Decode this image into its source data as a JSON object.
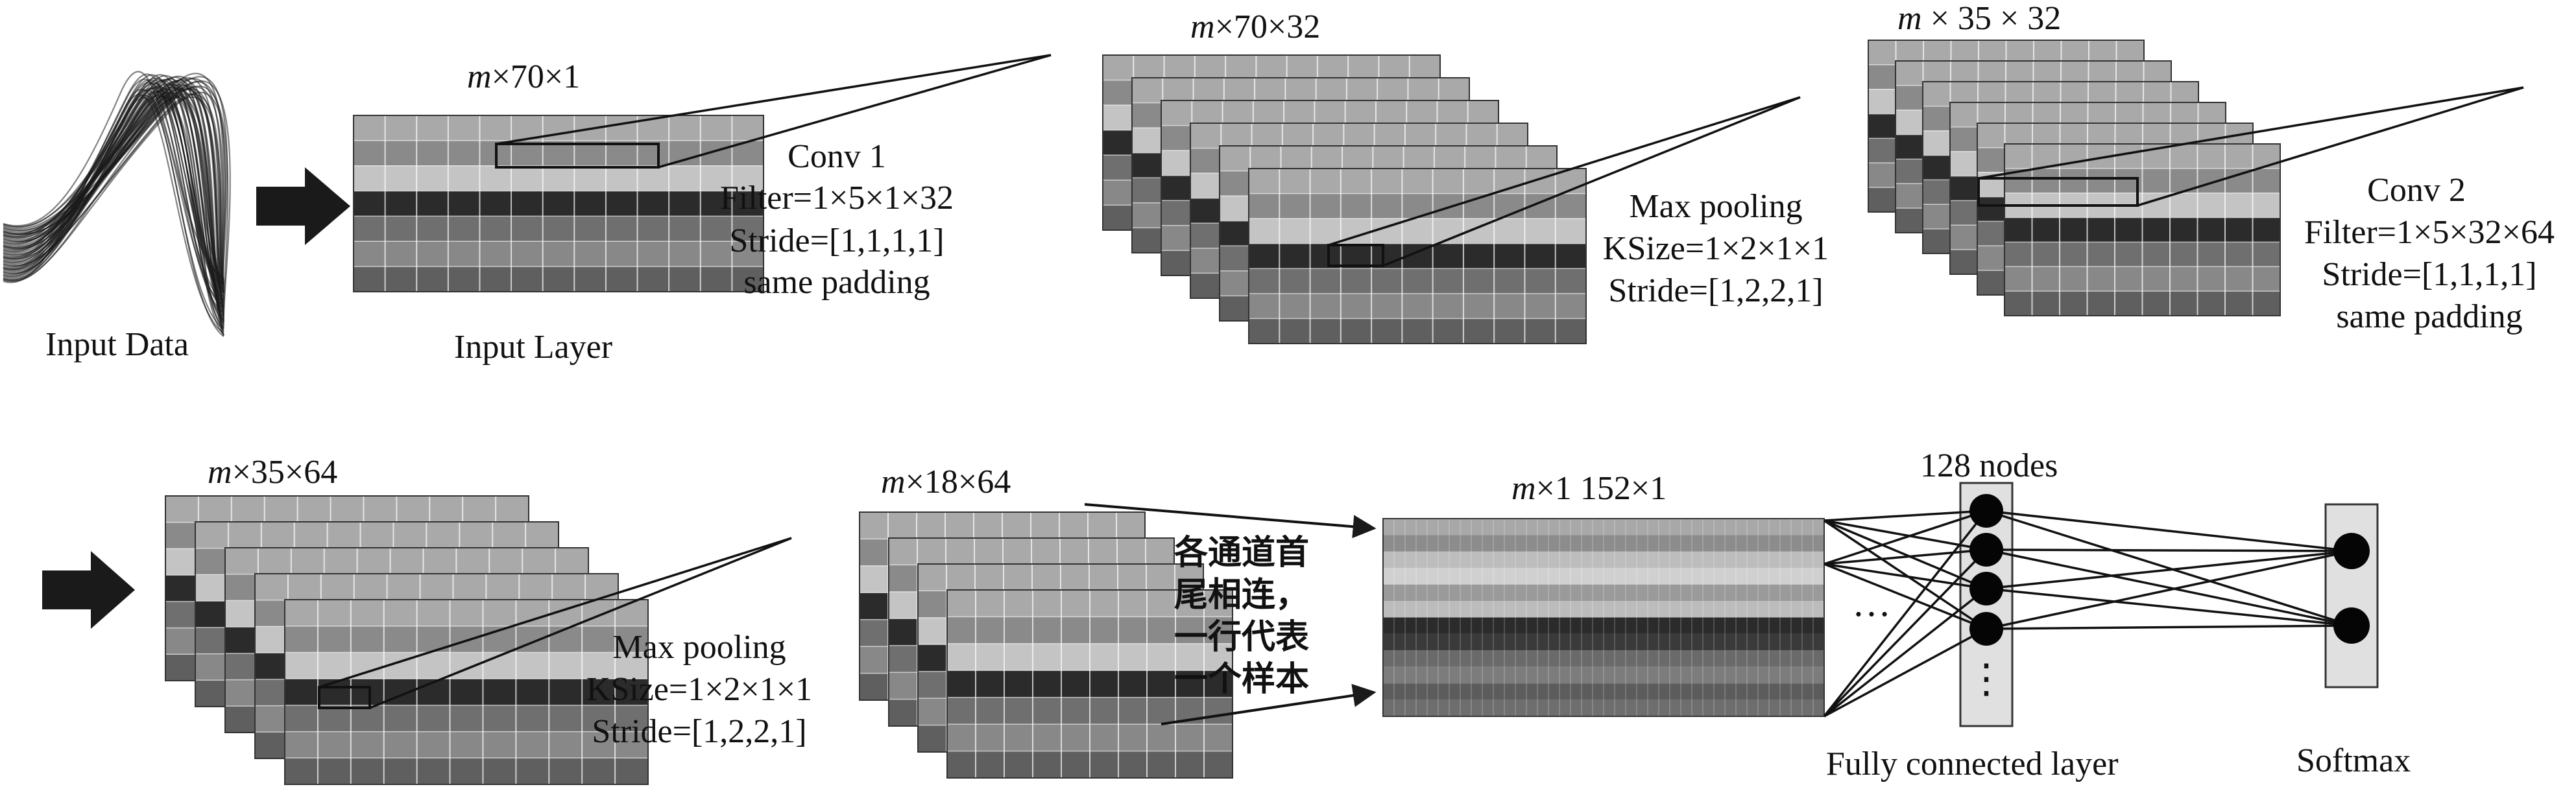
{
  "input": {
    "caption": "Input Data",
    "layer_caption": "Input Layer",
    "dims": {
      "m": "m",
      "rest": "×70×1"
    }
  },
  "conv1": {
    "dims": {
      "m": "m",
      "rest": "×70×32"
    },
    "lines": [
      "Conv 1",
      "Filter=1×5×1×32",
      "Stride=[1,1,1,1]",
      "same padding"
    ]
  },
  "pool1": {
    "dims": {
      "m": "m",
      "rest": " × 35 × 32"
    },
    "lines": [
      "Max pooling",
      "KSize=1×2×1×1",
      "Stride=[1,2,2,1]"
    ]
  },
  "conv2": {
    "dims": {
      "m": "m",
      "rest": "×35×64"
    },
    "lines": [
      "Conv 2",
      "Filter=1×5×32×64",
      "Stride=[1,1,1,1]",
      "same padding"
    ]
  },
  "pool2": {
    "dims": {
      "m": "m",
      "rest": "×18×64"
    },
    "lines": [
      "Max pooling",
      "KSize=1×2×1×1",
      "Stride=[1,2,2,1]"
    ]
  },
  "flatten": {
    "dims": {
      "m": "m",
      "rest": "×1 152×1"
    },
    "note_lines": [
      "各通道首",
      "尾相连，",
      "一行代表",
      "一个样本"
    ]
  },
  "fc": {
    "nodes_label": "128 nodes",
    "caption": "Fully connected layer",
    "ellipsis": "…",
    "vdots": "⋮"
  },
  "softmax": {
    "caption": "Softmax"
  },
  "colors": {
    "grid_line": "#ffffff",
    "border": "#333333",
    "stripe_dark": "#2b2b2b",
    "arrow": "#1a1a1a"
  }
}
